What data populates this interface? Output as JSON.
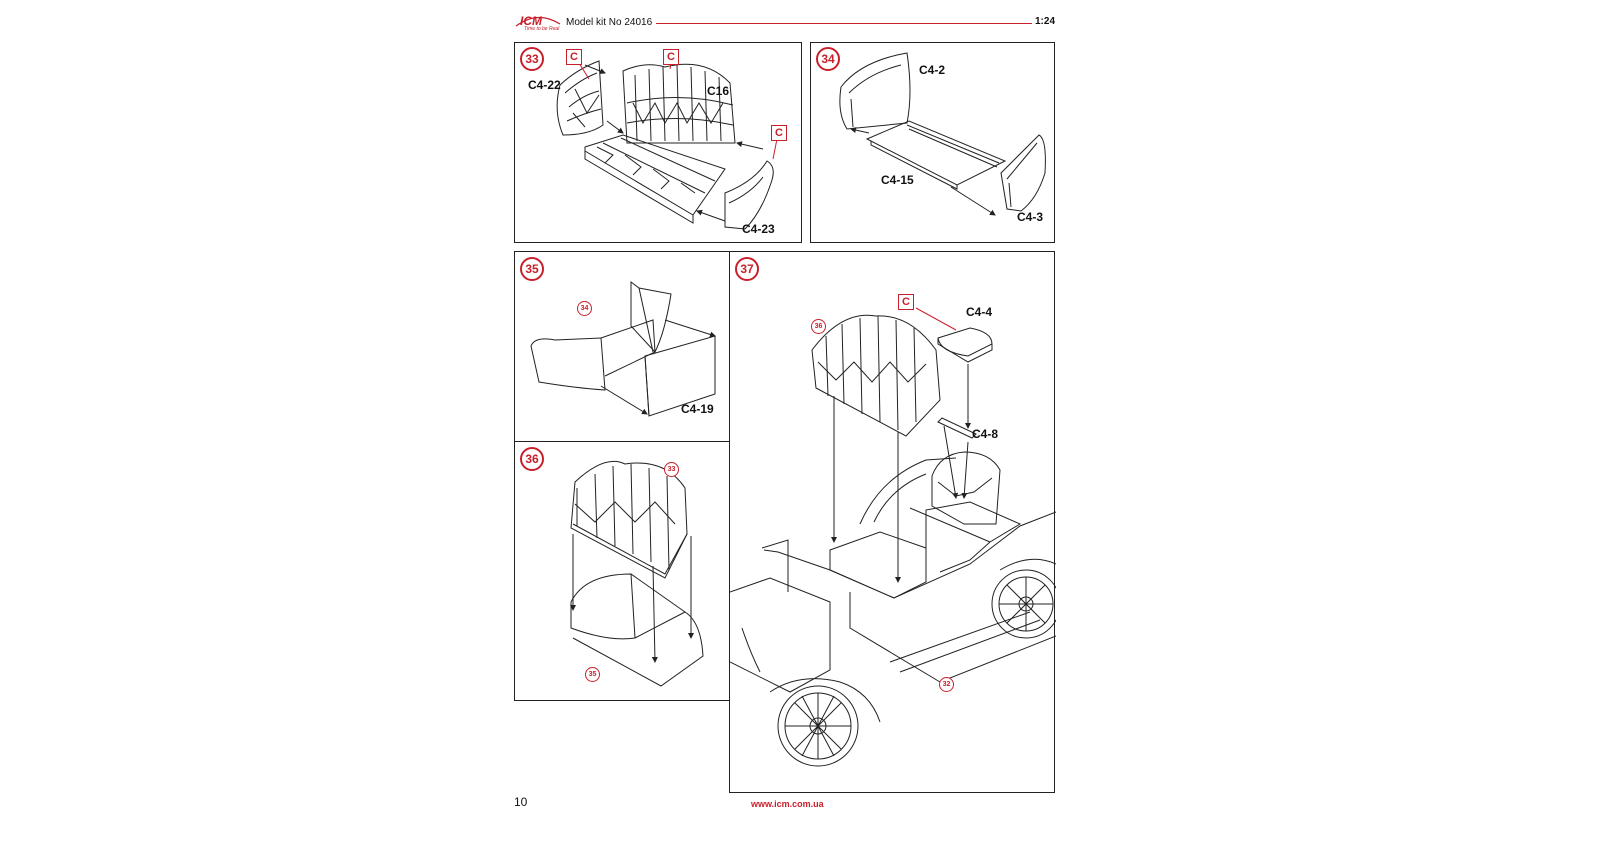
{
  "header": {
    "brand": "ICM",
    "tagline": "Time to be Real",
    "title": "Model kit No 24016",
    "scale": "1:24"
  },
  "footer": {
    "page_number": "10",
    "website": "www.icm.com.ua"
  },
  "colors": {
    "accent": "#c8202b",
    "line": "#222222"
  },
  "steps": {
    "s33": {
      "number": "33",
      "labels": {
        "c4_22": "C4-22",
        "c16": "C16",
        "c4_23": "C4-23"
      },
      "tag": "C"
    },
    "s34": {
      "number": "34",
      "labels": {
        "c4_2": "C4-2",
        "c4_15": "C4-15",
        "c4_3": "C4-3"
      }
    },
    "s35": {
      "number": "35",
      "ref": "34",
      "labels": {
        "c4_19": "C4-19"
      }
    },
    "s36": {
      "number": "36",
      "ref_top": "33",
      "ref_bottom": "35"
    },
    "s37": {
      "number": "37",
      "ref_seat": "36",
      "ref_body": "32",
      "tag": "C",
      "labels": {
        "c4_4": "C4-4",
        "c4_8": "C4-8"
      }
    }
  }
}
